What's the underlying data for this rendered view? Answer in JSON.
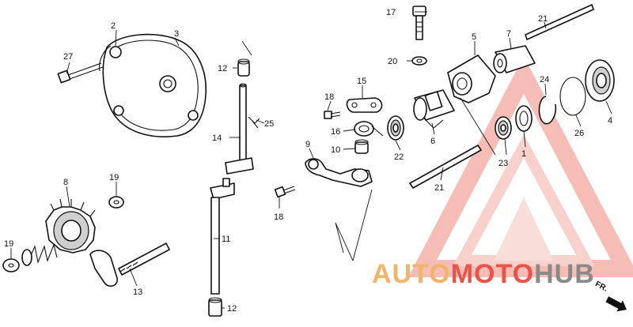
{
  "callouts": [
    "1",
    "2",
    "3",
    "4",
    "5",
    "6",
    "7",
    "8",
    "9",
    "10",
    "11",
    "12",
    "12",
    "13",
    "14",
    "15",
    "16",
    "17",
    "18",
    "18",
    "19",
    "19",
    "20",
    "21",
    "21",
    "22",
    "23",
    "24",
    "25",
    "26",
    "27"
  ],
  "watermark": {
    "brand": "AUTOMOTOHUB",
    "part_auto": "AUTO",
    "part_moto": "MOTO",
    "part_hub": "HUB",
    "color_auto": "#f2b36b",
    "color_moto": "#e8534a",
    "color_hub": "#8a8a8a"
  },
  "direction_label": "FR.",
  "colors": {
    "line": "#111111",
    "background": "#ffffff",
    "triangle": "#f3a7a0"
  }
}
